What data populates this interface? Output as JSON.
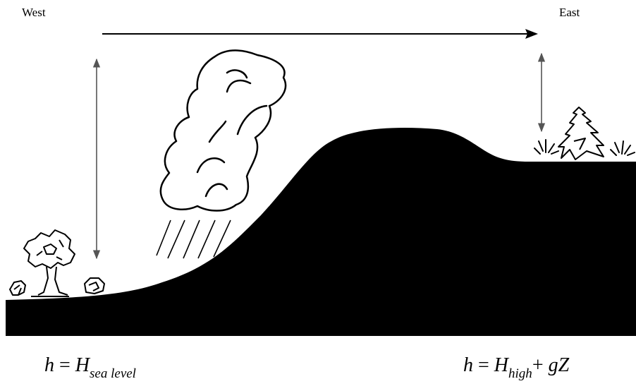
{
  "labels": {
    "west": "West",
    "east": "East"
  },
  "formulas": {
    "left": {
      "lhs": "h",
      "eq": "=",
      "var": "H",
      "sub": "sea level"
    },
    "right": {
      "lhs": "h",
      "eq": "=",
      "var": "H",
      "sub": "high",
      "plus": "+",
      "term": "gZ"
    }
  },
  "colors": {
    "ground": "#000000",
    "background": "#ffffff",
    "arrow": "#555555"
  },
  "icons": [
    "wind-arrow-icon",
    "height-arrow-icon",
    "cloud-icon",
    "rain-icon",
    "tree-icon",
    "bush-icon",
    "pine-tree-icon",
    "grass-icon"
  ]
}
